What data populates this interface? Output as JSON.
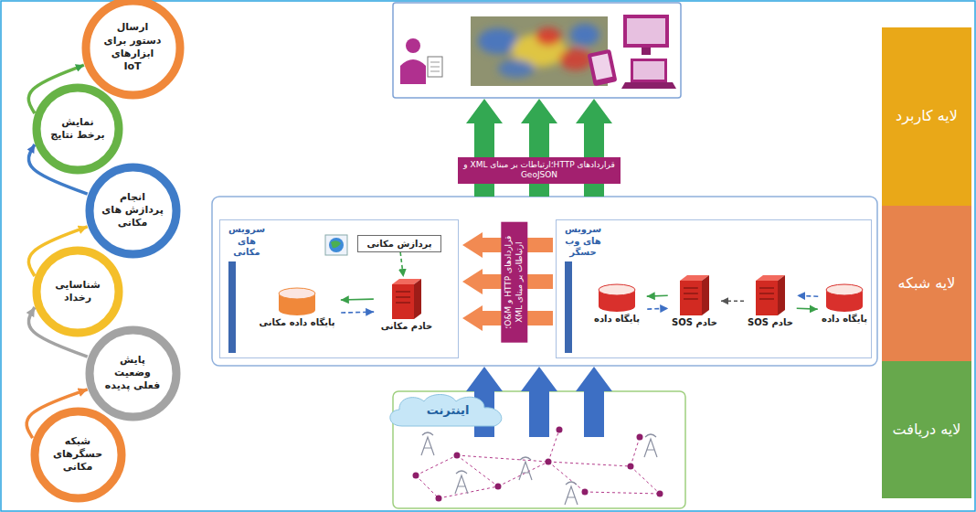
{
  "diagram": {
    "nodes": [
      {
        "text": [
          "ارسال دستور برای ابزارهای IoT"
        ]
      },
      {
        "text": [
          "نمایش برخط نتایج"
        ]
      },
      {
        "text": [
          "انجام پردازش های مکانی"
        ]
      },
      {
        "text": [
          "شناسایی رخداد"
        ]
      },
      {
        "text": [
          "پایش وضعیت فعلی پدیده"
        ]
      },
      {
        "text": [
          "شبکه حسگرهای مکانی"
        ]
      },
      {
        "text": [
          "قراردادهای HTTP؛ارتباطات بر مبنای XML و GeoJSON"
        ]
      },
      {
        "text": [
          "سرویس های مکانی"
        ]
      },
      {
        "text": [
          "پردازش مکانی"
        ],
        "in": 7
      },
      {
        "text": [
          "پایگاه داده مکانی"
        ],
        "in": 7
      },
      {
        "text": [
          "خادم مکانی"
        ],
        "in": 7
      },
      {
        "text": [
          "قراردادهای HTTP و O&M؛ارتباطات بر مبنای XML"
        ]
      },
      {
        "text": [
          "سرویس های وب حسگر"
        ]
      },
      {
        "text": [
          "پایگاه داده"
        ],
        "in": 12
      },
      {
        "text": [
          "خادم SOS"
        ],
        "in": 12
      },
      {
        "text": [
          "خادم SOS"
        ],
        "in": 12
      },
      {
        "text": [
          "پایگاه داده"
        ],
        "in": 12
      },
      {
        "text": [
          "اینترنت"
        ]
      },
      {
        "text": [
          "لایه کاربرد"
        ]
      },
      {
        "text": [
          "لایه شبکه"
        ]
      },
      {
        "text": [
          "لایه دریافت"
        ]
      }
    ],
    "edges": [
      {
        "from": 5,
        "to": 4,
        "arrow": "to"
      },
      {
        "from": 4,
        "to": 3,
        "arrow": "to"
      },
      {
        "from": 3,
        "to": 2,
        "arrow": "to"
      },
      {
        "from": 2,
        "to": 1,
        "arrow": "to"
      },
      {
        "from": 1,
        "to": 0,
        "arrow": "to"
      },
      {
        "from": 8,
        "to": 10,
        "arrow": "to"
      },
      {
        "from": 10,
        "to": 9,
        "arrow": "to"
      },
      {
        "from": 9,
        "to": 10,
        "arrow": "to"
      },
      {
        "from": 14,
        "to": 13,
        "arrow": "to"
      },
      {
        "from": 13,
        "to": 14,
        "arrow": "to"
      },
      {
        "from": 15,
        "to": 14,
        "arrow": "to"
      },
      {
        "from": 15,
        "to": 16,
        "arrow": "to"
      },
      {
        "from": 16,
        "to": 15,
        "arrow": "to"
      }
    ]
  }
}
